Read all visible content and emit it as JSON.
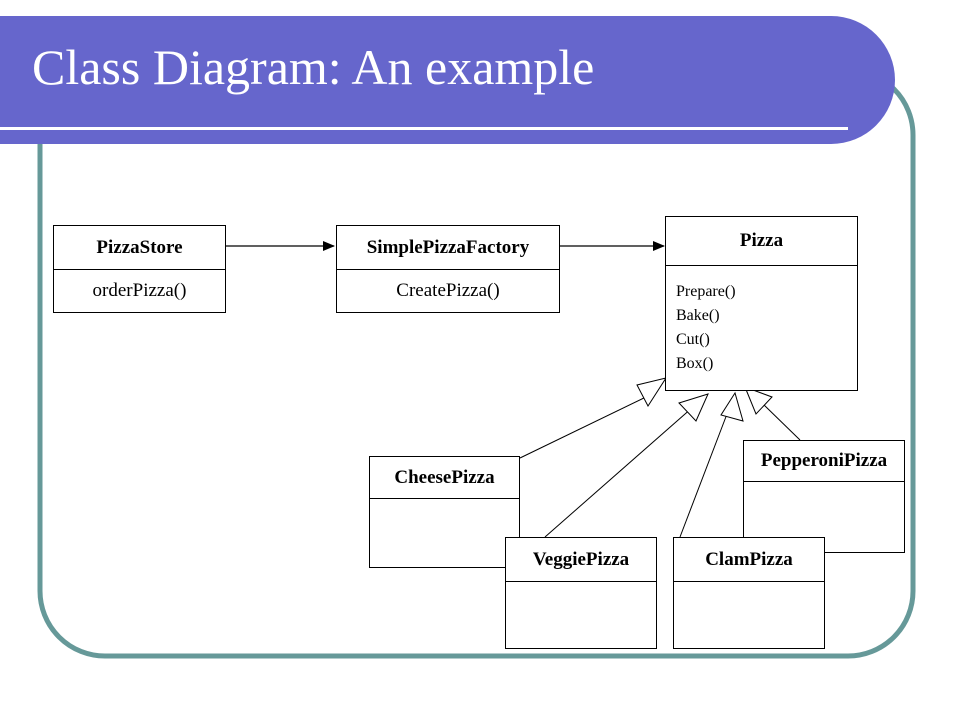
{
  "title": "Class Diagram: An example",
  "classes": {
    "pizza_store": {
      "name": "PizzaStore",
      "operations": [
        "orderPizza()"
      ]
    },
    "simple_pizza_factory": {
      "name": "SimplePizzaFactory",
      "operations": [
        "CreatePizza()"
      ]
    },
    "pizza": {
      "name": "Pizza",
      "operations": [
        "Prepare()",
        "Bake()",
        "Cut()",
        "Box()"
      ]
    },
    "cheese_pizza": {
      "name": "CheesePizza",
      "operations": []
    },
    "veggie_pizza": {
      "name": "VeggiePizza",
      "operations": []
    },
    "clam_pizza": {
      "name": "ClamPizza",
      "operations": []
    },
    "pepperoni_pizza": {
      "name": "PepperoniPizza",
      "operations": []
    }
  },
  "relationships": [
    {
      "from": "PizzaStore",
      "to": "SimplePizzaFactory",
      "type": "association"
    },
    {
      "from": "SimplePizzaFactory",
      "to": "Pizza",
      "type": "association"
    },
    {
      "from": "CheesePizza",
      "to": "Pizza",
      "type": "generalization"
    },
    {
      "from": "VeggiePizza",
      "to": "Pizza",
      "type": "generalization"
    },
    {
      "from": "ClamPizza",
      "to": "Pizza",
      "type": "generalization"
    },
    {
      "from": "PepperoniPizza",
      "to": "Pizza",
      "type": "generalization"
    }
  ],
  "colors": {
    "title_band": "#6666cc",
    "frame_border": "#669999",
    "title_text": "#ffffff"
  }
}
